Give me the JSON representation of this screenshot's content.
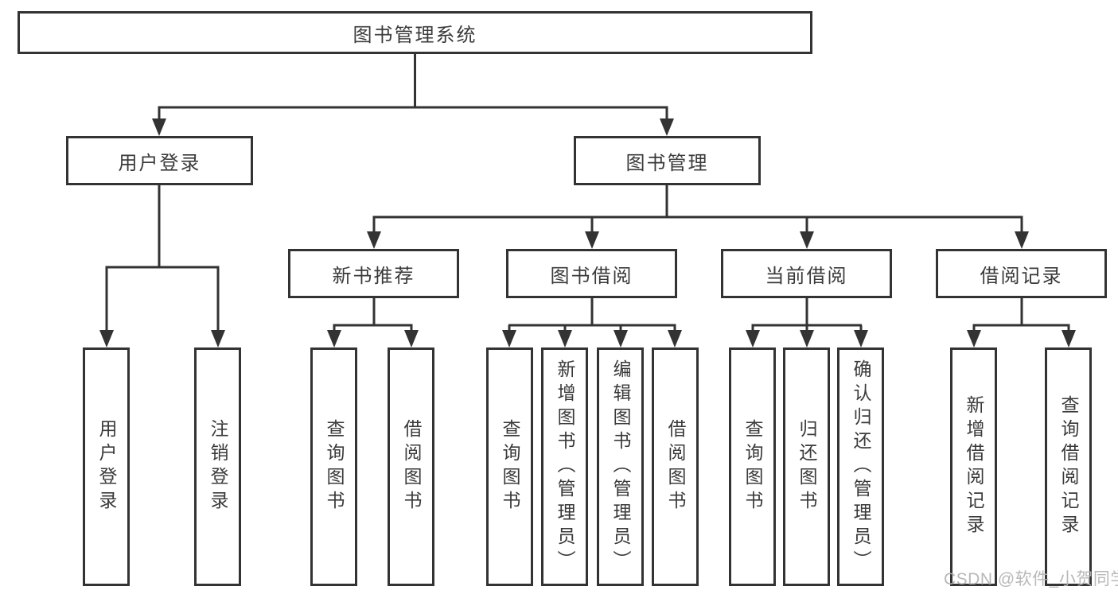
{
  "tree": {
    "root": {
      "label": "图书管理系统"
    },
    "level2": [
      {
        "label": "用户登录"
      },
      {
        "label": "图书管理"
      }
    ],
    "level3": [
      {
        "label": "新书推荐"
      },
      {
        "label": "图书借阅"
      },
      {
        "label": "当前借阅"
      },
      {
        "label": "借阅记录"
      }
    ],
    "leaves": {
      "user_login": [
        "用户登录",
        "注销登录"
      ],
      "new_book_recommend": [
        "查询图书",
        "借阅图书"
      ],
      "book_borrow": [
        "查询图书",
        "新增图书（管理员）",
        "编辑图书（管理员）",
        "借阅图书"
      ],
      "current_borrow": [
        "查询图书",
        "归还图书",
        "确认归还（管理员）"
      ],
      "borrow_records": [
        "新增借阅记录",
        "查询借阅记录"
      ]
    }
  },
  "watermark": {
    "text": "CSDN @软件_小贺同学"
  },
  "colors": {
    "line": "#333333",
    "box_border": "#333333",
    "text": "#3a3a3a",
    "watermark": "#b2b2b2",
    "background": "#ffffff"
  }
}
